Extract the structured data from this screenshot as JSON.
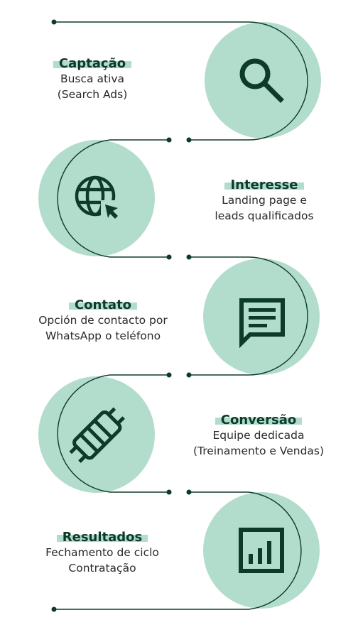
{
  "colors": {
    "circle": "#b2dccb",
    "line": "#0d3b2a",
    "icon": "#0d3b2a",
    "highlight": "#b2dccb"
  },
  "steps": [
    {
      "title": "Captação",
      "lines": [
        "Busca ativa",
        "(Search Ads)"
      ],
      "icon": "search-icon"
    },
    {
      "title": "Interesse",
      "lines": [
        "Landing page e",
        "leads qualificados"
      ],
      "icon": "globe-cursor-icon"
    },
    {
      "title": "Contato",
      "lines": [
        "Opción de contacto por",
        "WhatsApp o teléfono"
      ],
      "icon": "chat-icon"
    },
    {
      "title": "Conversão",
      "lines": [
        "Equipe dedicada",
        "(Treinamento e Vendas)"
      ],
      "icon": "handshake-icon"
    },
    {
      "title": "Resultados",
      "lines": [
        "Fechamento de ciclo",
        "Contratação"
      ],
      "icon": "bar-chart-icon"
    }
  ]
}
